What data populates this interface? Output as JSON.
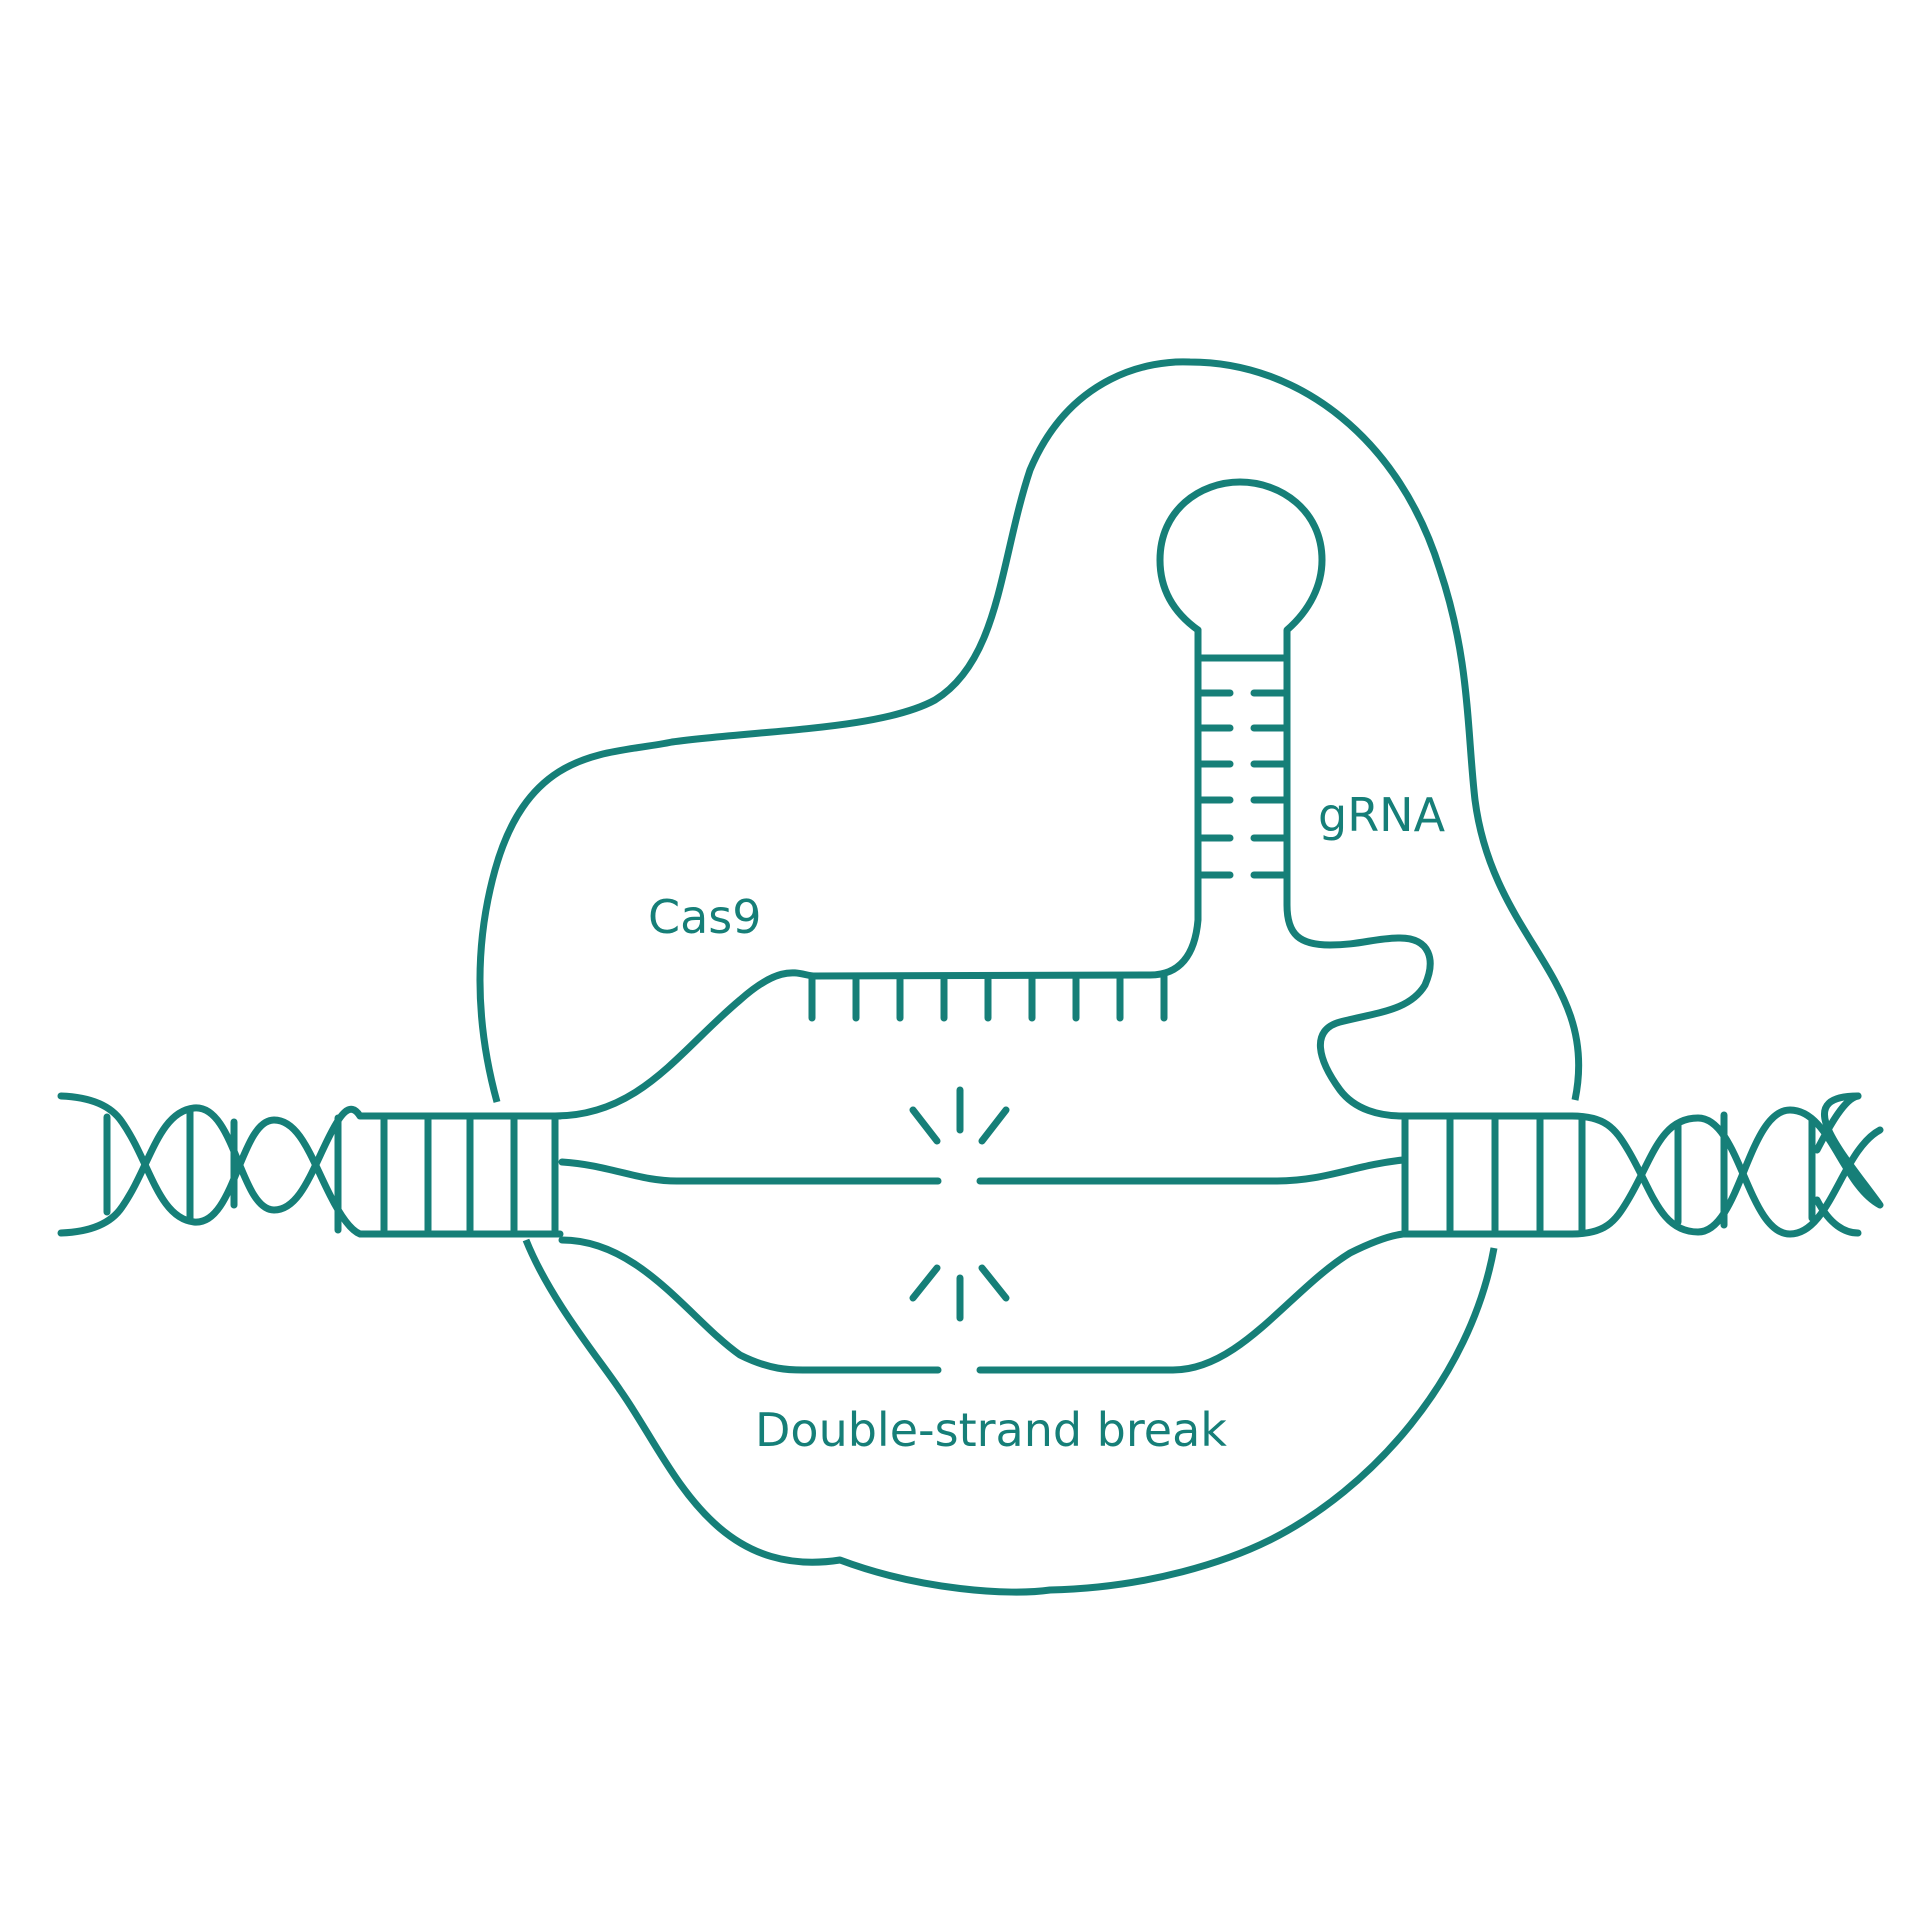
{
  "colors": {
    "stroke": "#167f78",
    "background": "#ffffff"
  },
  "labels": {
    "cas9": "Cas9",
    "grna": "gRNA",
    "break": "Double-strand break"
  }
}
